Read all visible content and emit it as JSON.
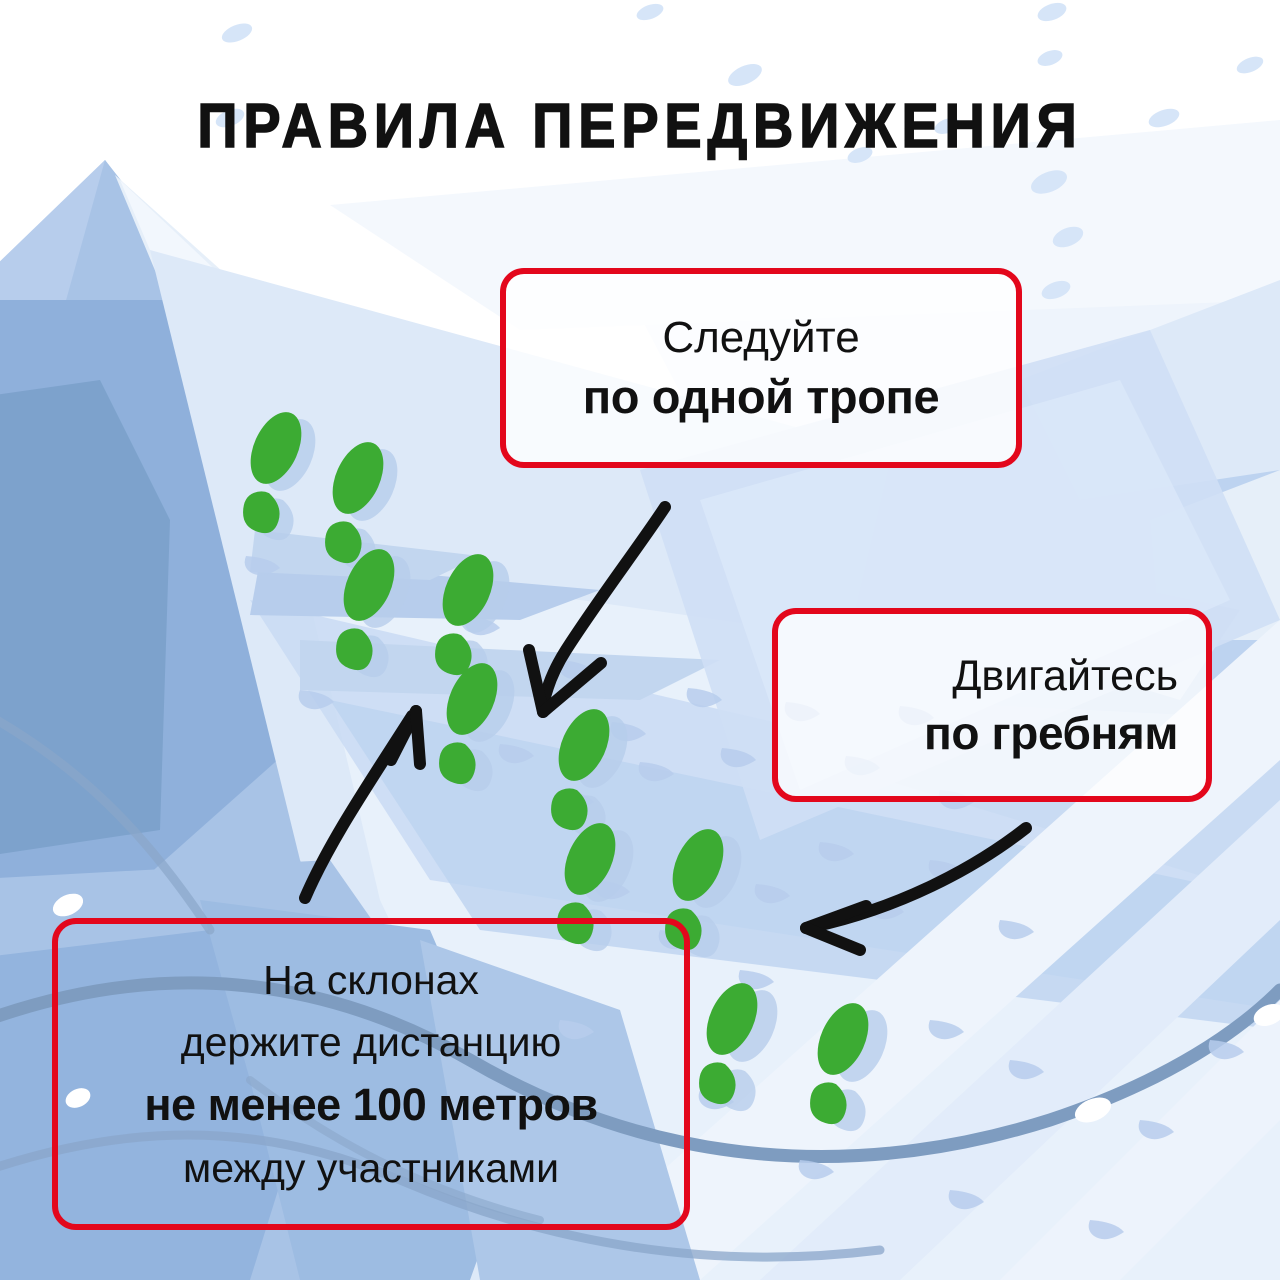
{
  "page": {
    "title": "ПРАВИЛА ПЕРЕДВИЖЕНИЯ",
    "background_color": "#ffffff",
    "accent_color": "#e3071c",
    "footprint_color": "#3cab33",
    "arrow_color": "#111111",
    "snow_palette": [
      "#ffffff",
      "#eef4fc",
      "#dde9f8",
      "#c9dbf3",
      "#b7cdec",
      "#a8c3e6",
      "#8fb0db",
      "#7da2cc",
      "#7e9cc0"
    ]
  },
  "callouts": [
    {
      "id": "callout-one",
      "name": "follow-one-path",
      "lines": [
        {
          "text": "Следуйте",
          "weight": "regular"
        },
        {
          "text": "по одной тропе",
          "weight": "bold"
        }
      ],
      "align": "center",
      "border_color": "#e3071c"
    },
    {
      "id": "callout-two",
      "name": "move-along-ridges",
      "lines": [
        {
          "text": "Двигайтесь",
          "weight": "regular"
        },
        {
          "text": "по гребням",
          "weight": "bold"
        }
      ],
      "align": "right",
      "border_color": "#e3071c"
    },
    {
      "id": "callout-three",
      "name": "keep-distance-100m",
      "lines": [
        {
          "text": "На склонах",
          "weight": "regular"
        },
        {
          "text": "держите дистанцию",
          "weight": "regular"
        },
        {
          "text": "не менее 100 метров",
          "weight": "bold"
        },
        {
          "text": "между участниками",
          "weight": "regular"
        }
      ],
      "align": "center",
      "border_color": "#e3071c"
    }
  ],
  "scene": {
    "footprints_count": 10,
    "arrows_count": 3,
    "arrow_targets": [
      "footprint-trail-upper",
      "ridge-line",
      "slope-lower"
    ]
  }
}
